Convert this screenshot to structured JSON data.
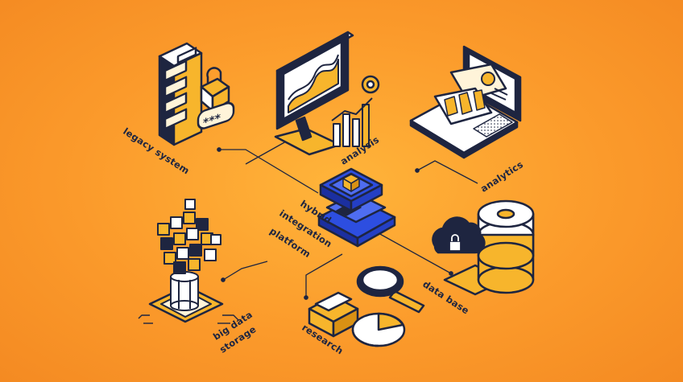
{
  "labels": {
    "legacy_system": "legacy system",
    "analysis": "analysis",
    "analytics": "analytics",
    "hybrid": "hybrid",
    "integration": "integration",
    "platform": "platform",
    "big_data": "big data",
    "storage": "storage",
    "research": "research",
    "data_base": "data base"
  },
  "colors": {
    "background": "#fb9a2b",
    "ink": "#1e2540",
    "gold": "#f7b52c",
    "cream": "#fff4d9",
    "white": "#ffffff",
    "hub_blue": "#2d4ee0",
    "hub_light": "#4f6df0"
  },
  "icons": {
    "legacy": "server-lock-icon",
    "analysis": "monitor-chart-icon",
    "analytics": "laptop-report-icon",
    "hub": "platform-stack-icon",
    "bigdata": "cube-tree-icon",
    "research": "magnifier-folder-icon",
    "database": "cloud-database-icon"
  }
}
